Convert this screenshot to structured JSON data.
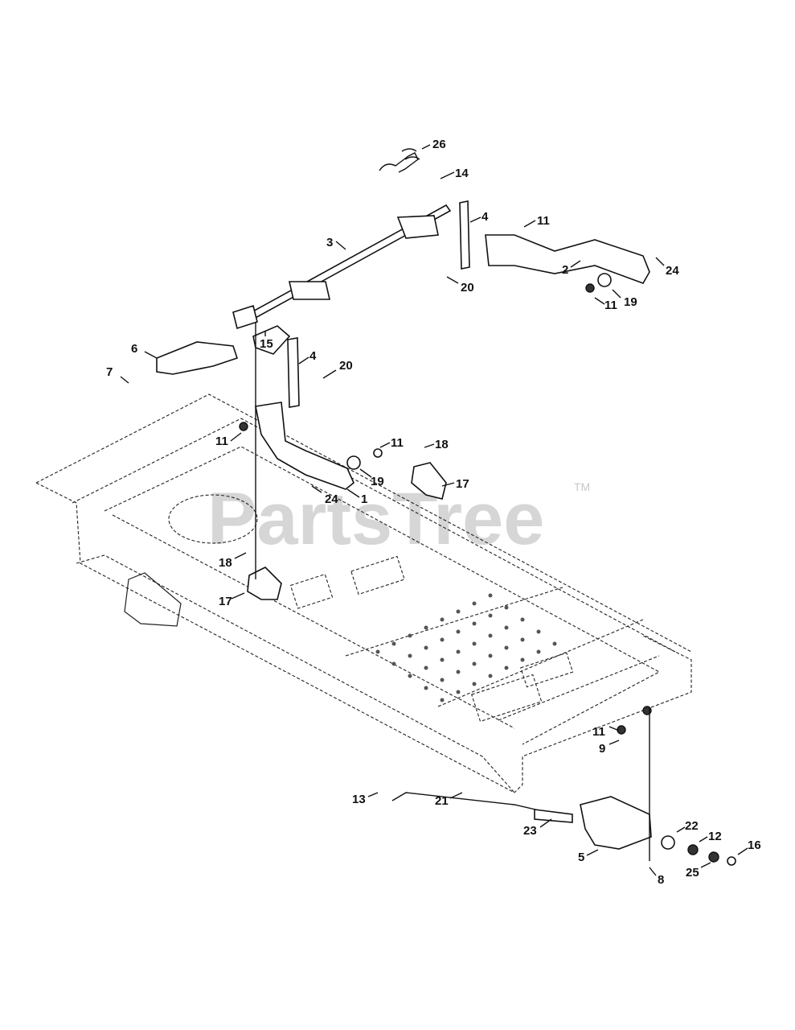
{
  "watermark": {
    "text": "PartsTree",
    "trademark": "TM"
  },
  "callouts": [
    {
      "id": "c26",
      "label": "26"
    },
    {
      "id": "c14",
      "label": "14"
    },
    {
      "id": "c4a",
      "label": "4"
    },
    {
      "id": "c11a",
      "label": "11"
    },
    {
      "id": "c3",
      "label": "3"
    },
    {
      "id": "c2",
      "label": "2"
    },
    {
      "id": "c24a",
      "label": "24"
    },
    {
      "id": "c20a",
      "label": "20"
    },
    {
      "id": "c11b",
      "label": "11"
    },
    {
      "id": "c19a",
      "label": "19"
    },
    {
      "id": "c6",
      "label": "6"
    },
    {
      "id": "c15",
      "label": "15"
    },
    {
      "id": "c4b",
      "label": "4"
    },
    {
      "id": "c20b",
      "label": "20"
    },
    {
      "id": "c7",
      "label": "7"
    },
    {
      "id": "c11c",
      "label": "11"
    },
    {
      "id": "c11d",
      "label": "11"
    },
    {
      "id": "c18a",
      "label": "18"
    },
    {
      "id": "c17a",
      "label": "17"
    },
    {
      "id": "c19b",
      "label": "19"
    },
    {
      "id": "c24b",
      "label": "24"
    },
    {
      "id": "c1",
      "label": "1"
    },
    {
      "id": "c18b",
      "label": "18"
    },
    {
      "id": "c17b",
      "label": "17"
    },
    {
      "id": "c11e",
      "label": "11"
    },
    {
      "id": "c9",
      "label": "9"
    },
    {
      "id": "c13",
      "label": "13"
    },
    {
      "id": "c21",
      "label": "21"
    },
    {
      "id": "c23",
      "label": "23"
    },
    {
      "id": "c22",
      "label": "22"
    },
    {
      "id": "c12",
      "label": "12"
    },
    {
      "id": "c16",
      "label": "16"
    },
    {
      "id": "c5",
      "label": "5"
    },
    {
      "id": "c25",
      "label": "25"
    },
    {
      "id": "c8",
      "label": "8"
    }
  ]
}
